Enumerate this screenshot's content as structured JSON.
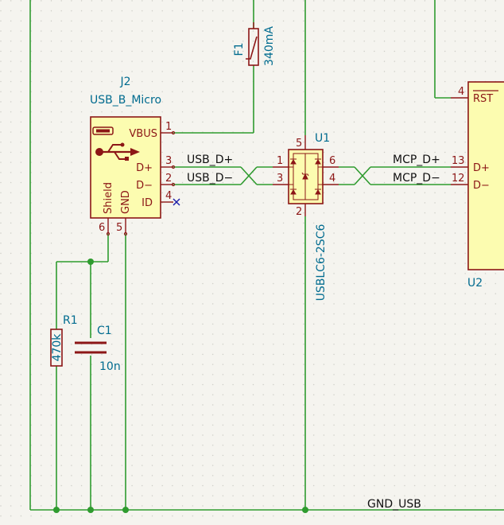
{
  "components": {
    "j2": {
      "ref": "J2",
      "value": "USB_B_Micro",
      "pins": {
        "vbus": "VBUS",
        "dp": "D+",
        "dm": "D−",
        "id": "ID",
        "shield": "Shield",
        "gnd": "GND"
      },
      "pin_numbers": {
        "vbus": "1",
        "dp": "3",
        "dm": "2",
        "id": "4",
        "shield": "6",
        "gnd": "5"
      }
    },
    "f1": {
      "ref": "F1",
      "value": "340mA"
    },
    "u1": {
      "ref": "U1",
      "value": "USBLC6-2SC6",
      "pin_numbers": {
        "p1": "1",
        "p3": "3",
        "p5": "5",
        "p6": "6",
        "p4": "4",
        "p2": "2"
      }
    },
    "u2": {
      "ref": "U2",
      "pins": {
        "rst": "RST",
        "dp": "D+",
        "dm": "D−"
      },
      "pin_numbers": {
        "rst": "4",
        "dp": "13",
        "dm": "12"
      }
    },
    "r1": {
      "ref": "R1",
      "value": "470k"
    },
    "c1": {
      "ref": "C1",
      "value": "10n"
    }
  },
  "nets": {
    "usb_dp": "USB_D+",
    "usb_dm": "USB_D−",
    "mcp_dp": "MCP_D+",
    "mcp_dm": "MCP_D−",
    "gnd_usb": "GND_USB"
  },
  "colors": {
    "wire": "#2f9b2f",
    "component": "#8c1616",
    "body_fill": "#fcfcb0",
    "reference": "#006b8f",
    "background": "#f5f4ef",
    "grid": "#c9c9c2"
  }
}
